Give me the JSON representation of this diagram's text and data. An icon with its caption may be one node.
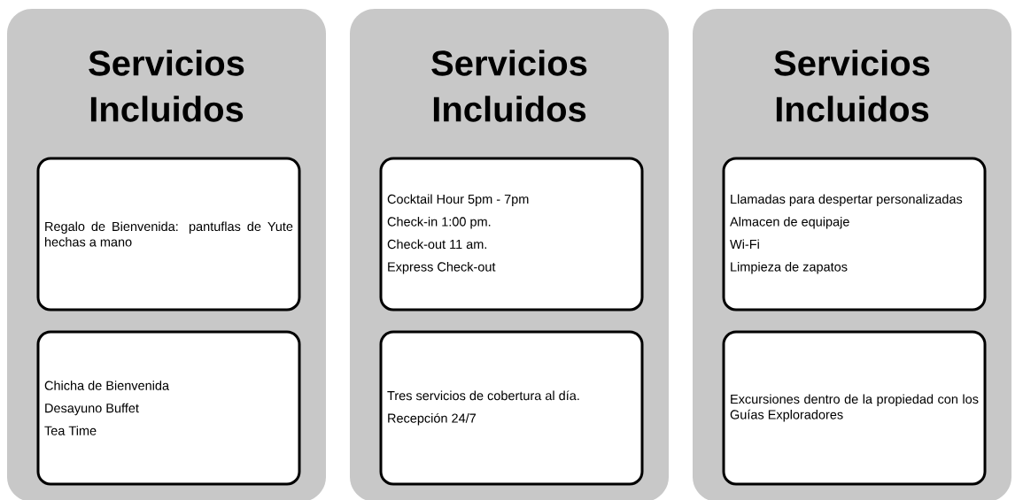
{
  "diagram": {
    "nodes": [
      {
        "text": [
          "Servicios Incluidos"
        ]
      },
      {
        "text": [
          "Regalo de Bienvenida: pantuflas de Yute hechas a mano"
        ],
        "in": 0
      },
      {
        "text": [
          "Chicha de Bienvenida",
          "Desayuno Buffet",
          "Tea Time"
        ],
        "in": 0
      },
      {
        "text": [
          "Servicios Incluidos"
        ]
      },
      {
        "text": [
          "Cocktail Hour 5pm - 7pm",
          "Check-in 1:00 pm.",
          "Check-out 11 am.",
          "Express Check-out"
        ],
        "in": 3
      },
      {
        "text": [
          "Tres servicios de cobertura al día.",
          "Recepción 24/7"
        ],
        "in": 3
      },
      {
        "text": [
          "Servicios Incluidos"
        ]
      },
      {
        "text": [
          "Llamadas para despertar personalizadas",
          "Almacen de equipaje",
          "Wi-Fi",
          "Limpieza de zapatos"
        ],
        "in": 6
      },
      {
        "text": [
          "Excursiones dentro de la propiedad con los Guías Exploradores"
        ],
        "in": 6
      }
    ]
  }
}
